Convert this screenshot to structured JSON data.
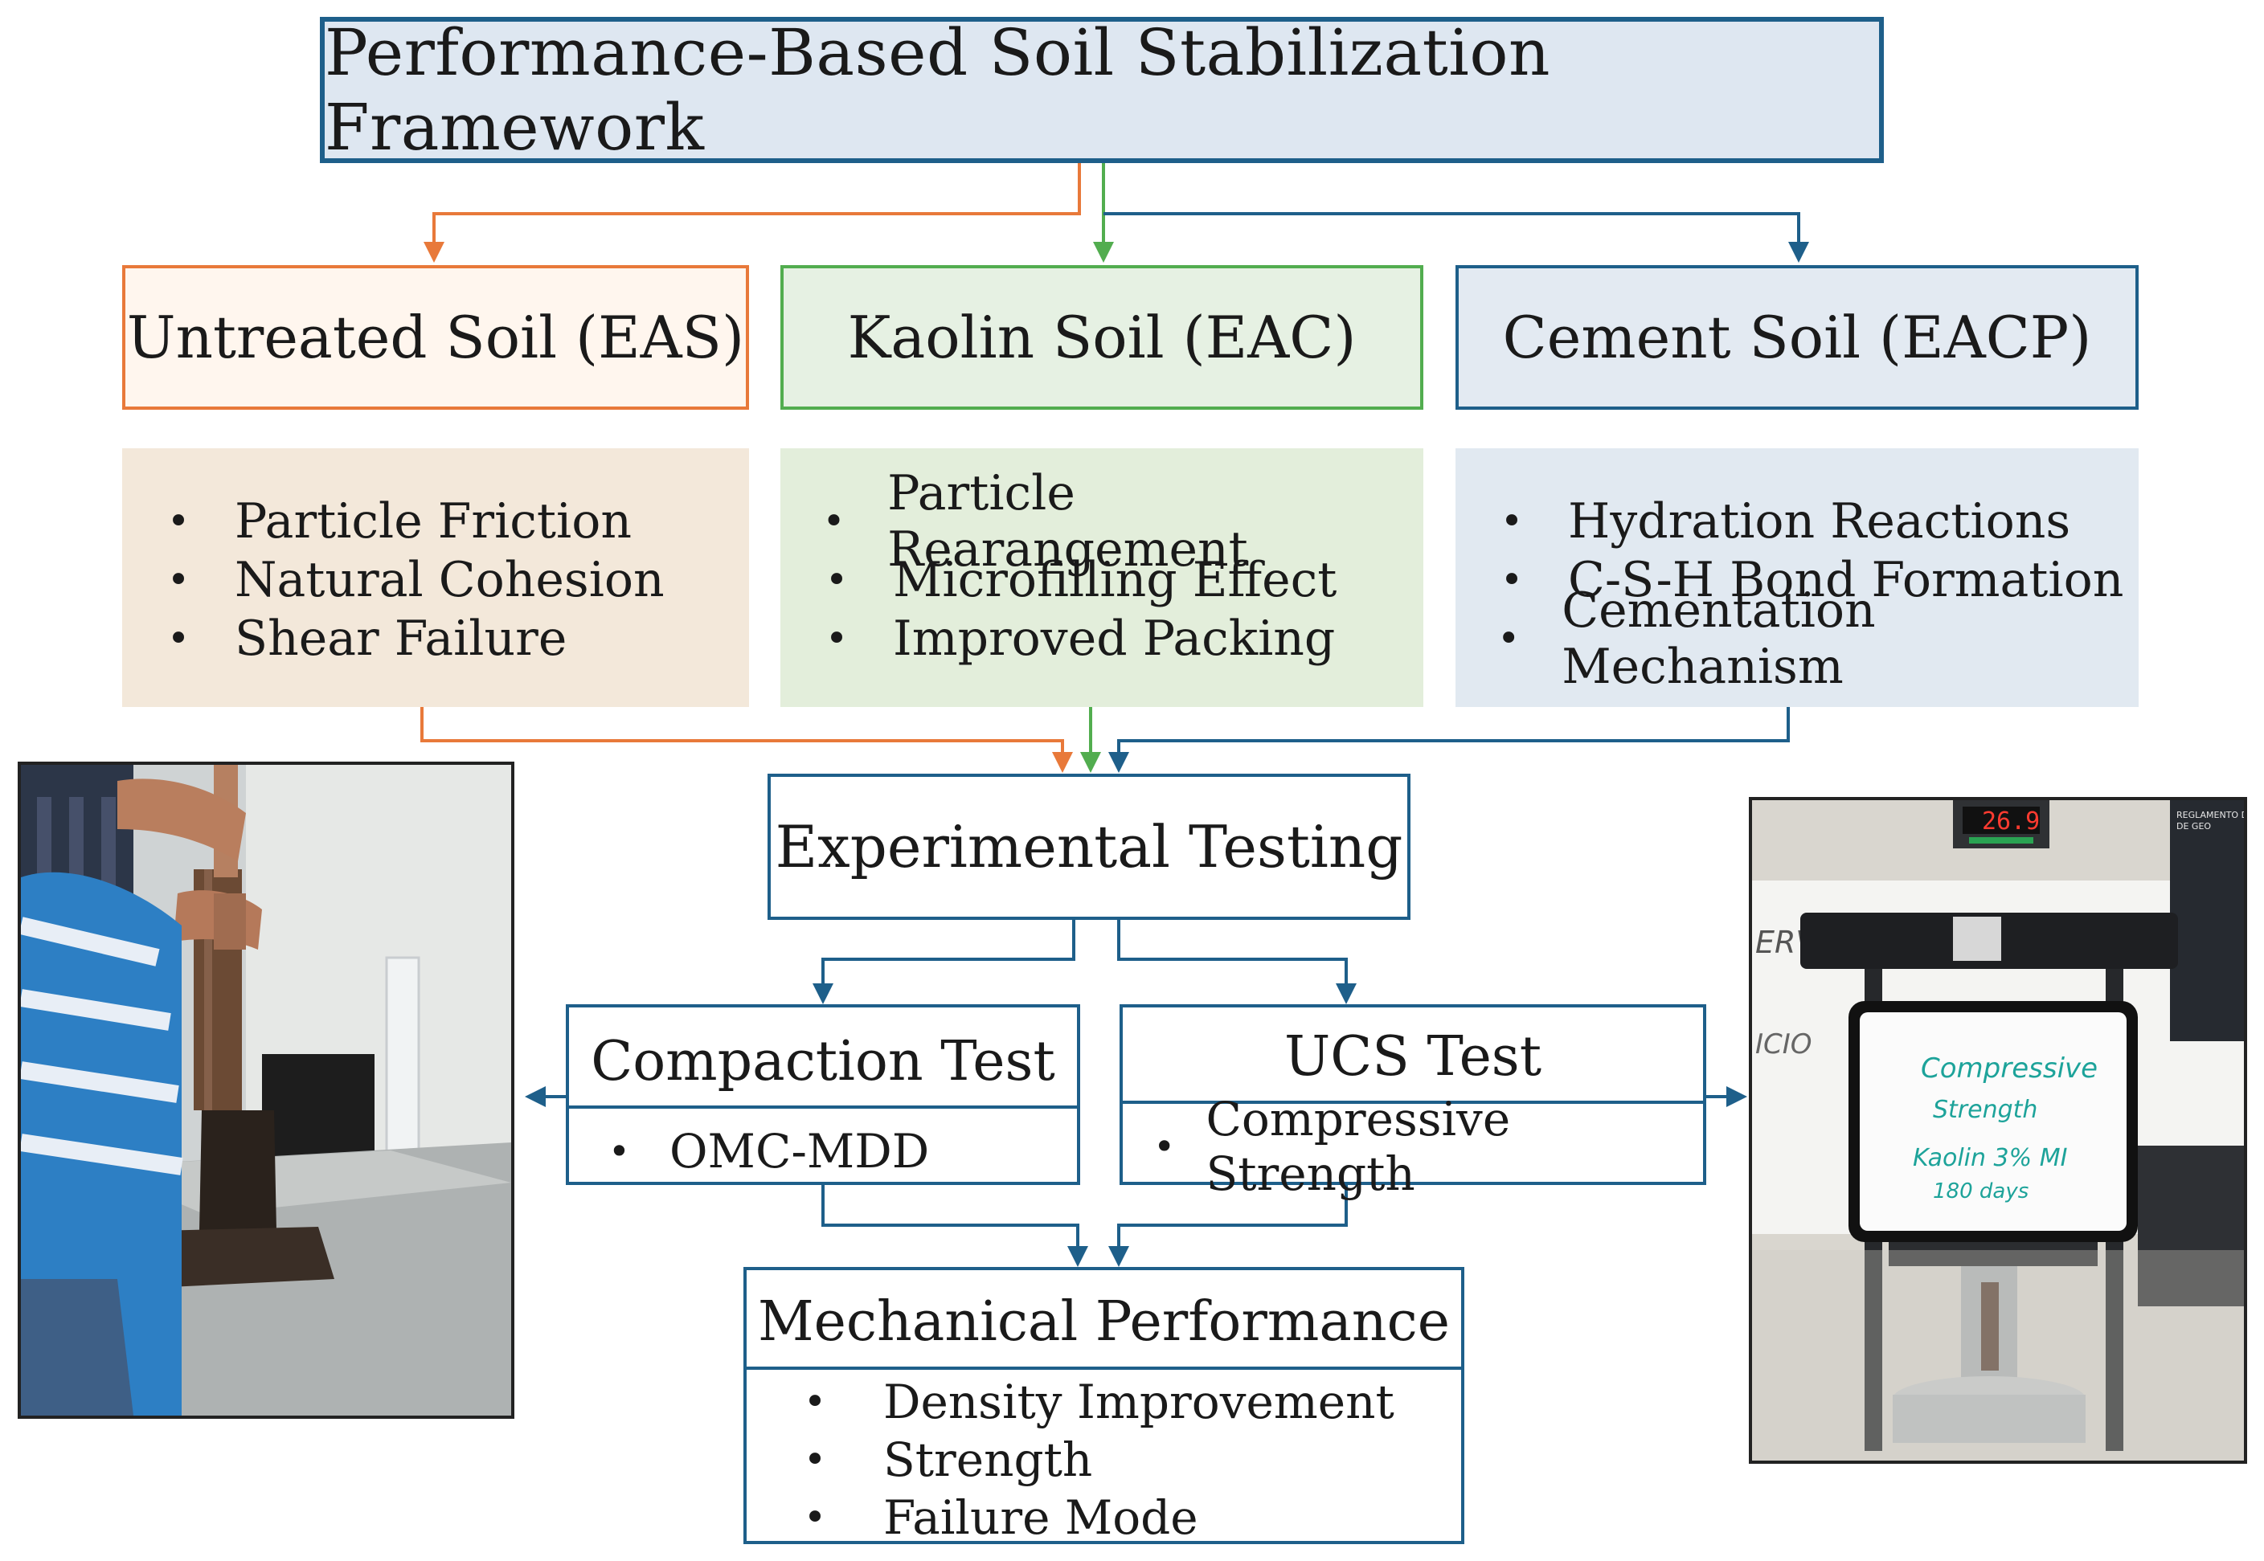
{
  "title": "Performance-Based Soil Stabilization Framework",
  "branches": [
    {
      "header": "Untreated Soil (EAS)",
      "bullets": [
        "Particle Friction",
        "Natural Cohesion",
        "Shear Failure"
      ],
      "color": "#e8793a"
    },
    {
      "header": "Kaolin Soil (EAC)",
      "bullets": [
        "Particle Rearangement",
        "Microfilling Effect",
        "Improved Packing"
      ],
      "color": "#52ad4f"
    },
    {
      "header": "Cement Soil (EACP)",
      "bullets": [
        "Hydration Reactions",
        "C-S-H Bond Formation",
        "Cementation Mechanism"
      ],
      "color": "#1e5f8a"
    }
  ],
  "testing": {
    "title": "Experimental Testing",
    "compaction": {
      "title": "Compaction Test",
      "bullet": "OMC-MDD"
    },
    "ucs": {
      "title": "UCS Test",
      "bullet": "Compressive Strength"
    }
  },
  "performance": {
    "title": "Mechanical Performance",
    "bullets": [
      "Density Improvement",
      "Strength",
      "Failure Mode"
    ]
  },
  "photo_right": {
    "display": "26.9",
    "wall_text_1": "ERVICIO DE",
    "wall_text_2": "ICIO",
    "poster_text": "REGLAMENTO D DE GEO",
    "whiteboard": [
      "Compressive",
      "Strength",
      "Kaolin 3% MI",
      "180 days"
    ]
  },
  "colors": {
    "navy": "#1e5f8a",
    "orange": "#e8793a",
    "green": "#52ad4f"
  }
}
